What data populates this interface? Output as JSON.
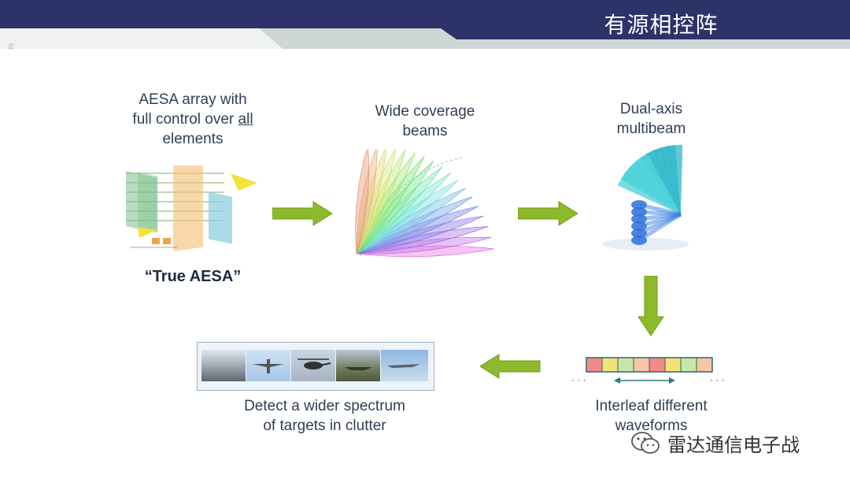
{
  "header": {
    "title": "有源相控阵",
    "colors": {
      "band": "#2d3268",
      "ribbon": "#cfd6d6"
    }
  },
  "corner_mark": "㊣",
  "stages": {
    "aesa": {
      "caption_lines": [
        "AESA array with",
        "full control over ",
        "all",
        "elements"
      ],
      "title": "“True AESA”"
    },
    "wide": {
      "caption_lines": [
        "Wide coverage",
        "beams"
      ]
    },
    "dual": {
      "caption_lines": [
        "Dual-axis",
        "multibeam"
      ]
    },
    "interleaf": {
      "caption_lines": [
        "Interleaf different",
        "waveforms"
      ],
      "ellipsis": "· · ·"
    },
    "detect": {
      "caption_lines": [
        "Detect a wider spectrum",
        "of targets in clutter"
      ]
    }
  },
  "waveform_cells": [
    "#f28a8a",
    "#f3e27a",
    "#c9e6a8",
    "#f6c6a6",
    "#f28a8a",
    "#f3e27a",
    "#c9e6a8",
    "#f6c6a6"
  ],
  "arrow_color": "#8cba2a",
  "watermark": {
    "text": "雷达通信电子战",
    "icon": "wechat-icon"
  }
}
